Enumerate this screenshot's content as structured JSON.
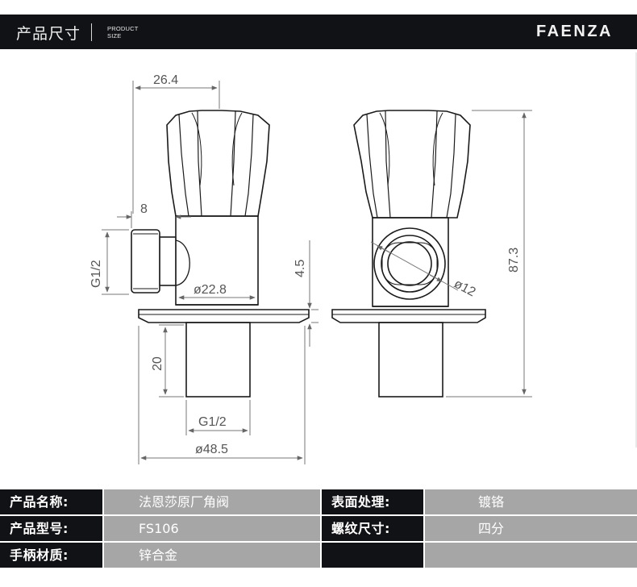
{
  "header": {
    "title": "产品尺寸",
    "subtitle_line1": "PRODUCT",
    "subtitle_line2": "SIZE",
    "brand": "FAENZA"
  },
  "dimensions": {
    "top_width": "26.4",
    "side_offset": "8",
    "inlet_thread": "G1/2",
    "body_diameter": "ø22.8",
    "wall_gap": "4.5",
    "outlet_thread": "G1/2",
    "outlet_length": "20",
    "flange_diameter": "ø48.5",
    "bore_diameter": "ø12",
    "total_height": "87.3"
  },
  "specs": [
    {
      "label": "产品名称:",
      "value": "法恩莎原厂角阀",
      "label2": "表面处理:",
      "value2": "镀铬"
    },
    {
      "label": "产品型号:",
      "value": "FS106",
      "label2": "螺纹尺寸:",
      "value2": "四分"
    },
    {
      "label": "手柄材质:",
      "value": "锌合金",
      "label2": "",
      "value2": ""
    }
  ],
  "colors": {
    "header_bg": "#111216",
    "label_bg": "#111216",
    "value_bg": "#a6a6a6",
    "line": "#1a1a1a",
    "dim_line": "#777777"
  }
}
